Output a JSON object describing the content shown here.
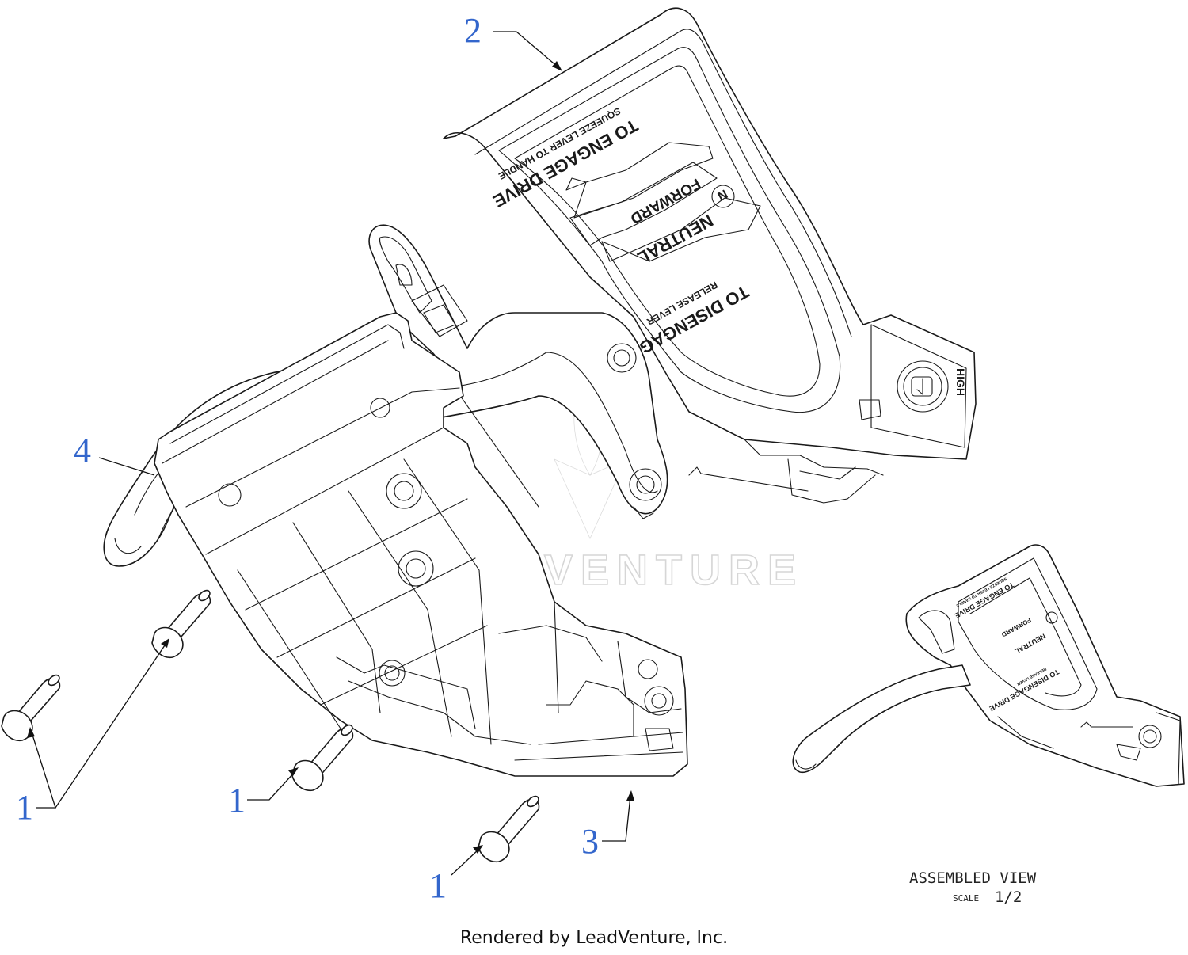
{
  "watermark": {
    "text": "LEADVENTURE"
  },
  "callouts": [
    {
      "id": "callout-2",
      "label": "2"
    },
    {
      "id": "callout-4",
      "label": "4"
    },
    {
      "id": "callout-1a",
      "label": "1"
    },
    {
      "id": "callout-1b",
      "label": "1"
    },
    {
      "id": "callout-1c",
      "label": "1"
    },
    {
      "id": "callout-3",
      "label": "3"
    }
  ],
  "decal": {
    "engage_title": "TO ENGAGE DRIVE",
    "engage_sub": "SQUEEZE LEVER TO HANDLE",
    "forward": "FORWARD",
    "neutral": "NEUTRAL",
    "n_badge": "N",
    "disengage_title": "TO DISENGAGE DRIVE",
    "disengage_sub": "RELEASE LEVER",
    "brand": "HIGH"
  },
  "assembled_view": {
    "title": "ASSEMBLED VIEW",
    "scale_label": "SCALE",
    "scale_value": "1/2"
  },
  "footer": {
    "rendered_by": "Rendered by LeadVenture, Inc."
  },
  "colors": {
    "callout": "#3366cc",
    "line": "#1a1a1a",
    "watermark": "#d6d6d6"
  }
}
